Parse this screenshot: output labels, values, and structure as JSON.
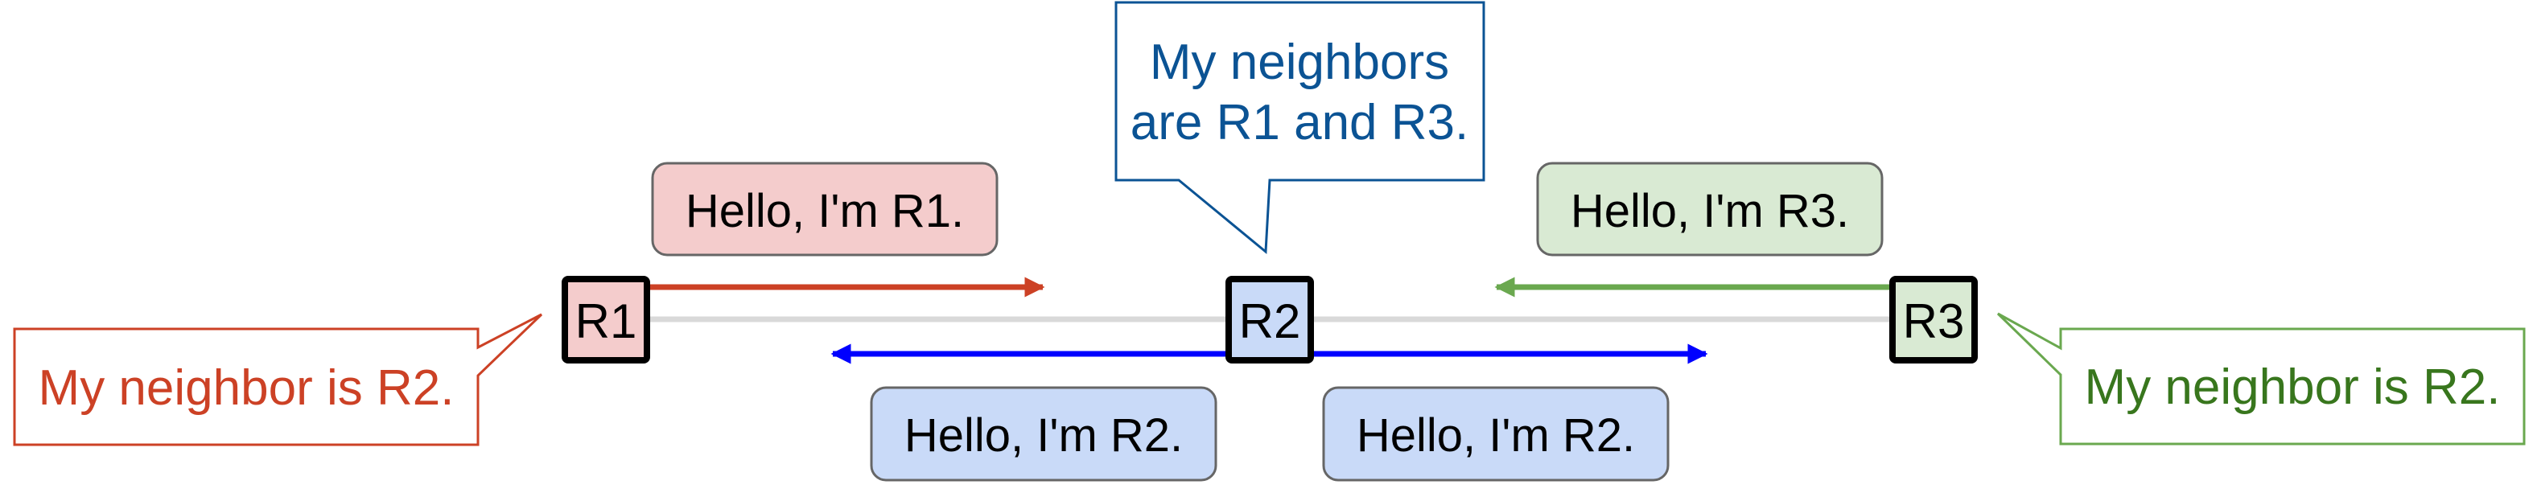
{
  "title": "Neighbor discovery via Hello messages",
  "colors": {
    "red": "#cc4125",
    "blue": "#0000ff",
    "green": "#6aa84f",
    "link": "#d9d9d9",
    "callout_blue": "#0b5394",
    "callout_green_text": "#38761d",
    "r1_fill": "#f4cccc",
    "r2_fill": "#c9daf8",
    "r3_fill": "#d9ead3",
    "hello_border": "#666666"
  },
  "routers": [
    {
      "id": "R1",
      "label": "R1"
    },
    {
      "id": "R2",
      "label": "R2"
    },
    {
      "id": "R3",
      "label": "R3"
    }
  ],
  "hello_messages": [
    {
      "from": "R1",
      "text": "Hello, I'm R1.",
      "direction": "right"
    },
    {
      "from": "R3",
      "text": "Hello, I'm R3.",
      "direction": "left"
    },
    {
      "from": "R2",
      "text": "Hello, I'm R2.",
      "direction": "left"
    },
    {
      "from": "R2",
      "text": "Hello, I'm R2.",
      "direction": "right"
    }
  ],
  "callouts": [
    {
      "router": "R1",
      "text": "My neighbor is R2."
    },
    {
      "router": "R2",
      "lines": [
        "My neighbors",
        "are R1 and R3."
      ]
    },
    {
      "router": "R3",
      "text": "My neighbor is R2."
    }
  ]
}
